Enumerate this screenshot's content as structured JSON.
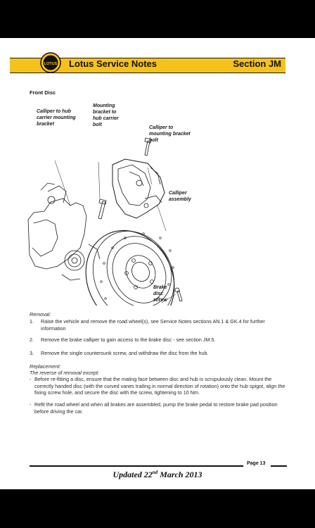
{
  "header": {
    "title": "Lotus Service Notes",
    "section": "Section JM",
    "logo_text": "LOTUS"
  },
  "subheading": "Front Disc",
  "callouts": {
    "caliper_bracket": "Calliper to hub\ncarrier mounting\nbracket",
    "mounting_bolt": "Mounting\nbracket to\nhub carrier\nbolt",
    "caliper_bolt": "Calliper to\nmounting bracket\nbolt",
    "caliper_assembly": "Calliper\nassembly",
    "disc_screw": "Brake\ndisc\nscrew"
  },
  "removal": {
    "heading": "Removal:",
    "steps": [
      {
        "num": "1.",
        "text": "Raise the vehicle and remove the road wheel(s), see Service Notes sections AN.1 & GK.4 for further information"
      },
      {
        "num": "2.",
        "text": "Remove the brake calliper to gain access to the brake disc - see section JM.5."
      },
      {
        "num": "3.",
        "text": "Remove the single countersunk screw, and withdraw the disc from the hub."
      }
    ]
  },
  "replacement": {
    "heading": "Replacement:",
    "intro": "The reverse of removal except:",
    "bullets": [
      "Before re-fitting a disc, ensure that the mating face between disc and hub is scrupulously clean.  Mount the correctly handed disc (with the curved vanes trailing in normal direction of rotation) onto the hub spigot, align the fixing screw hole, and secure the disc with the screw, tightening to 10 Nm.",
      "Refit the road wheel and when all brakes are assembled, pump the brake pedal to restore brake pad position before driving the car."
    ]
  },
  "footer": {
    "page": "Page 13",
    "updated_prefix": "Updated 22",
    "updated_sup": "nd",
    "updated_suffix": " March 2013"
  }
}
